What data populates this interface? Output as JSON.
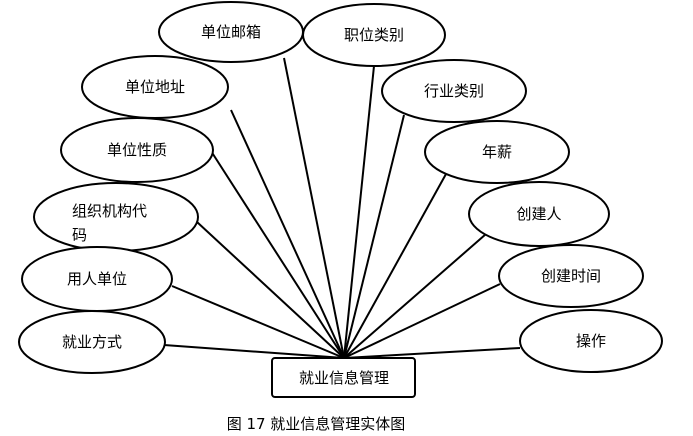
{
  "diagram": {
    "entity": {
      "name": "就业信息管理"
    },
    "attributes": [
      {
        "label": "单位邮箱"
      },
      {
        "label": "职位类别"
      },
      {
        "label": "单位地址"
      },
      {
        "label": "行业类别"
      },
      {
        "label": "单位性质"
      },
      {
        "label": "年薪"
      },
      {
        "label": "组织机构代码"
      },
      {
        "label": "创建人"
      },
      {
        "label": "用人单位"
      },
      {
        "label": "创建时间"
      },
      {
        "label": "就业方式"
      },
      {
        "label": "操作"
      }
    ],
    "caption": "图 17 就业信息管理实体图",
    "colors": {
      "stroke": "#000000",
      "fill": "#ffffff"
    }
  }
}
